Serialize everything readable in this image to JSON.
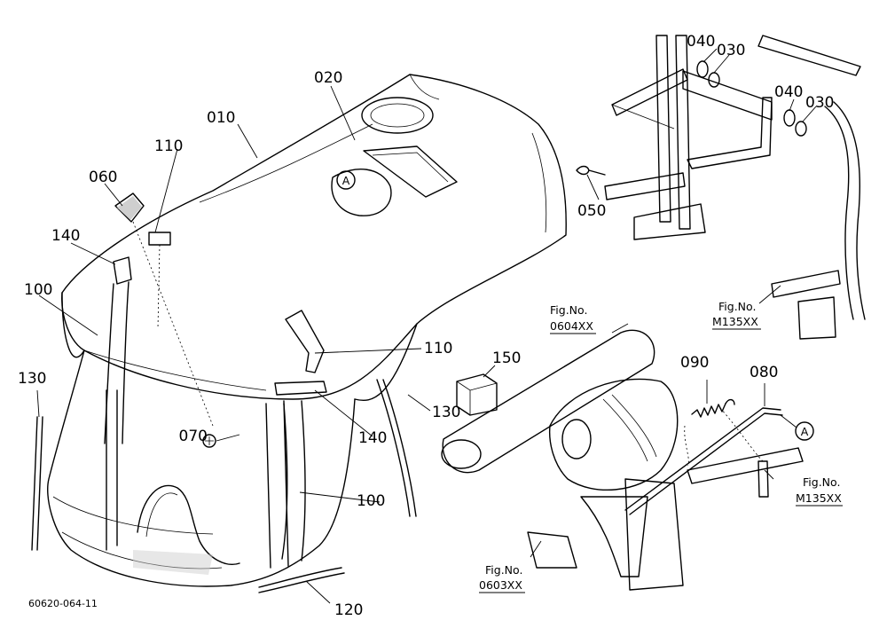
{
  "diagram": {
    "reference_code": "60620-064-11",
    "callouts": [
      {
        "id": "c-010",
        "text": "010"
      },
      {
        "id": "c-020",
        "text": "020"
      },
      {
        "id": "c-030a",
        "text": "030"
      },
      {
        "id": "c-030b",
        "text": "030"
      },
      {
        "id": "c-040a",
        "text": "040"
      },
      {
        "id": "c-040b",
        "text": "040"
      },
      {
        "id": "c-050",
        "text": "050"
      },
      {
        "id": "c-060",
        "text": "060"
      },
      {
        "id": "c-070",
        "text": "070"
      },
      {
        "id": "c-080",
        "text": "080"
      },
      {
        "id": "c-090",
        "text": "090"
      },
      {
        "id": "c-100a",
        "text": "100"
      },
      {
        "id": "c-100b",
        "text": "100"
      },
      {
        "id": "c-110a",
        "text": "110"
      },
      {
        "id": "c-110b",
        "text": "110"
      },
      {
        "id": "c-120",
        "text": "120"
      },
      {
        "id": "c-130a",
        "text": "130"
      },
      {
        "id": "c-130b",
        "text": "130"
      },
      {
        "id": "c-140a",
        "text": "140"
      },
      {
        "id": "c-140b",
        "text": "140"
      },
      {
        "id": "c-150",
        "text": "150"
      }
    ],
    "detail_markers": [
      {
        "id": "marker-a-hood",
        "text": "A"
      },
      {
        "id": "marker-a-rod",
        "text": "A"
      }
    ],
    "figure_refs": [
      {
        "id": "fig-m135-top",
        "line1": "Fig.No.",
        "line2": "M135XX"
      },
      {
        "id": "fig-0604",
        "line1": "Fig.No.",
        "line2": "0604XX"
      },
      {
        "id": "fig-m135-bottom",
        "line1": "Fig.No.",
        "line2": "M135XX"
      },
      {
        "id": "fig-0603",
        "line1": "Fig.No.",
        "line2": "0603XX"
      }
    ]
  }
}
